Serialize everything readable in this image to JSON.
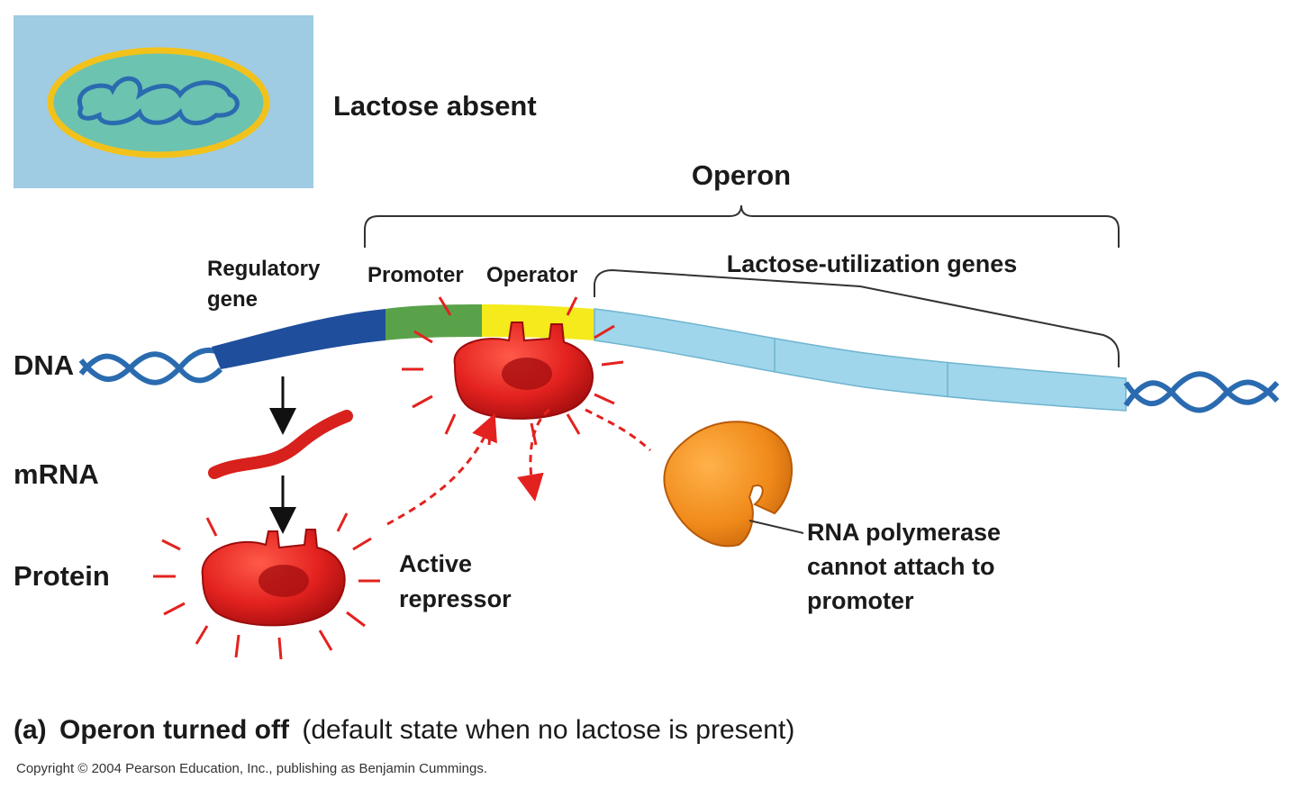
{
  "inset": {
    "caption": "Lactose absent"
  },
  "operon": {
    "label": "Operon"
  },
  "dna_segments": {
    "regulatory_gene": [
      "Regulatory",
      "gene"
    ],
    "promoter": "Promoter",
    "operator": "Operator",
    "lactose_genes": "Lactose-utilization genes"
  },
  "row_labels": {
    "dna": "DNA",
    "mrna": "mRNA",
    "protein": "Protein"
  },
  "repressor": {
    "label": [
      "Active",
      "repressor"
    ]
  },
  "polymerase": {
    "label": [
      "RNA polymerase",
      "cannot attach to",
      "promoter"
    ]
  },
  "caption": {
    "part": "(a)",
    "bold": "Operon turned off",
    "rest": "(default state when no lactose is present)"
  },
  "copyright": "Copyright © 2004 Pearson Education, Inc., publishing as Benjamin Cummings.",
  "colors": {
    "inset_bg": "#9fcbe3",
    "cell_wall": "#f2c21b",
    "cell_fill": "#6cc3b0",
    "regulatory_gene": "#1f4e9c",
    "promoter": "#5aa24a",
    "operator": "#f4ea1c",
    "lactose_genes": "#9fd6ec",
    "repressor": "#e3221f",
    "polymerase": "#f08a1a",
    "dna_helix": "#2a6bb0"
  }
}
